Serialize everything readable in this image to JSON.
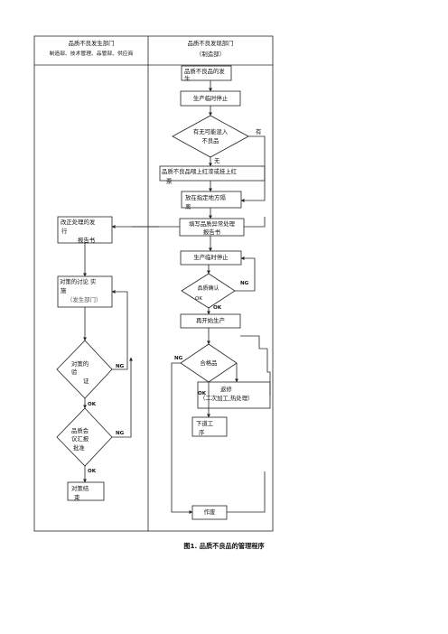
{
  "header": {
    "left_title": "品质不良发生部门",
    "left_sub": "制造部、技术管理、品管部、供应商",
    "right_title": "品质不良发现部门",
    "right_sub": "（制造部）"
  },
  "nodes": {
    "n1_a": "品质不良品的发",
    "n1_b": "生",
    "n2": "生产临时停止",
    "d1_a": "有无可能混入",
    "d1_b": "不良品",
    "d1_yes": "有",
    "d1_no": "无",
    "n3_a": "品质不良品喂上红漆或挂上红",
    "n3_b": "票",
    "n4_a": "放在指定地方隔",
    "n4_b": "离",
    "n5_a": "填写品质异常处理",
    "n5_b": "报告书",
    "n6": "生产临时停止",
    "d2_a": "品质确认",
    "d2_b": "OK",
    "d2_ng": "NG",
    "d2_ok": "OK",
    "n7": "再开始生产",
    "d3": "合格品",
    "d3_ng": "NG",
    "d3_ok": "OK",
    "n8_a": "返修",
    "n8_b": "（二次加工,热处理）",
    "n9_a": "下道工",
    "n9_b": "序",
    "n10": "作废",
    "l1_a": "改正处理的发",
    "l1_b": "行",
    "l1_c": "报告书",
    "l2_a": "对策的讨论 实",
    "l2_b": "施",
    "l2_c": "（发生部门）",
    "ld1_a": "对策的",
    "ld1_b": "验",
    "ld1_c": "证",
    "ld1_ng": "NG",
    "ld1_ok": "OK",
    "ld2_a": "品质会",
    "ld2_b": "议汇报",
    "ld2_c": "批准",
    "ld2_ng": "NG",
    "ld2_ok": "OK",
    "l3_a": "对策结",
    "l3_b": "束"
  },
  "caption": "图1. 品质不良品的管理程序"
}
